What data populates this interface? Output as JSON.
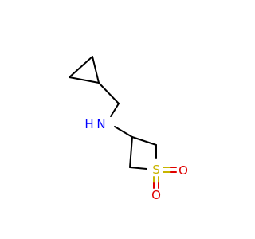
{
  "molecule": {
    "atoms": {
      "nitrogen": {
        "symbol": "N",
        "hydrogen": "H",
        "color": "#0000ff"
      },
      "sulfur": {
        "symbol": "S",
        "color": "#c8b400"
      },
      "oxygen_right": {
        "symbol": "O",
        "color": "#e00000"
      },
      "oxygen_bottom": {
        "symbol": "O",
        "color": "#e00000"
      }
    },
    "bond_color": "#000000"
  }
}
